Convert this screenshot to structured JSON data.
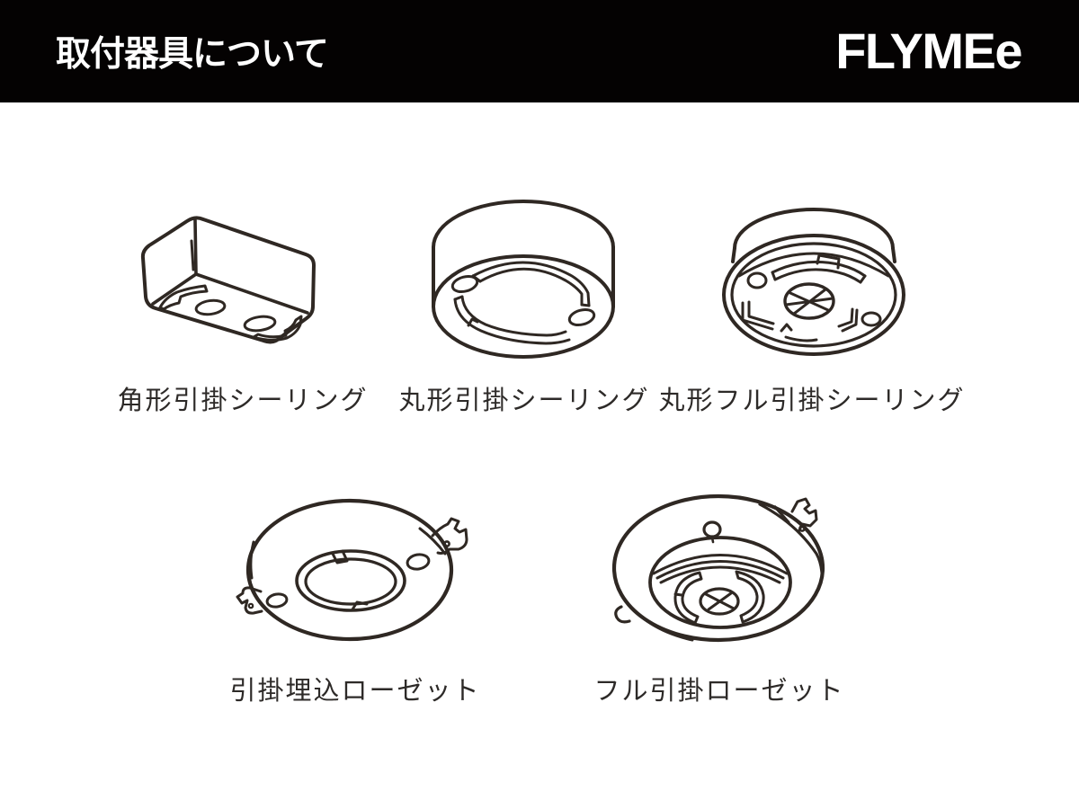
{
  "header": {
    "title": "取付器具について",
    "brand": "FLYMEe"
  },
  "colors": {
    "header_bg": "#040202",
    "header_text": "#ffffff",
    "line": "#2f2823",
    "label_text": "#2d2a28",
    "background": "#ffffff"
  },
  "fixtures": [
    {
      "id": "square-hook-ceiling",
      "label": "角形引掛シーリング"
    },
    {
      "id": "round-hook-ceiling",
      "label": "丸形引掛シーリング"
    },
    {
      "id": "round-full-hook-ceiling",
      "label": "丸形フル引掛シーリング"
    },
    {
      "id": "hook-embedded-rosette",
      "label": "引掛埋込ローゼット"
    },
    {
      "id": "full-hook-rosette",
      "label": "フル引掛ローゼット"
    }
  ]
}
